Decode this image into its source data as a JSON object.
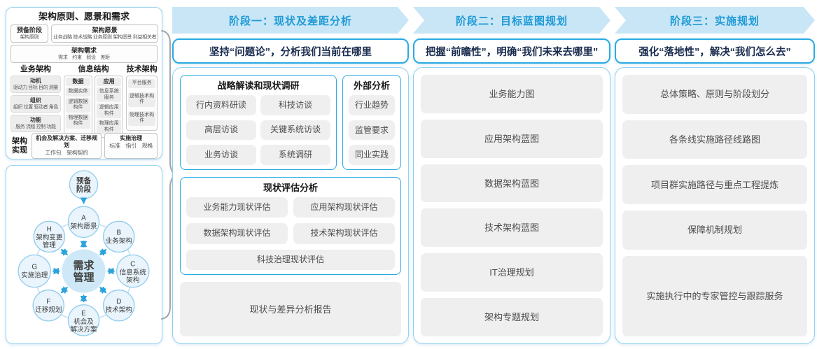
{
  "colors": {
    "phase_band_bg": "#c9e6f7",
    "phase_band_text": "#1e9ad5",
    "blue_border": "#29abe2",
    "panel_border": "#9fd4f0",
    "gray_box_bg": "#efefef",
    "arrow_blue": "#2aa3dc"
  },
  "left_panel": {
    "title": "架构原则、愿景和需求",
    "prep": {
      "title": "预备阶段",
      "sub": "架构原则"
    },
    "vision": {
      "title": "架构愿景",
      "sub": "业务战略 技术战略 业务原则 架构愿景 利益相关者"
    },
    "req": {
      "title": "架构需求",
      "sub": "需求　约束　假设　差距"
    },
    "business": {
      "title": "业务架构",
      "items": [
        {
          "title": "动机",
          "sub": "驱动力 目标 目的 测量"
        },
        {
          "title": "组织",
          "sub": "组织 位置 驱动者 角色"
        },
        {
          "title": "功能",
          "sub": "服务 流程 控制 功能"
        }
      ]
    },
    "info": {
      "title": "信息结构",
      "data_col": {
        "title": "数据",
        "items": [
          "数据实体",
          "逻辑数据构件",
          "物理数据构件"
        ]
      },
      "app_col": {
        "title": "应用",
        "items": [
          "信息系统服务",
          "逻辑应用构件",
          "物理应用构件"
        ]
      }
    },
    "tech": {
      "title": "技术架构",
      "items": [
        "平台服务",
        "逻辑技术构件",
        "物理技术构件"
      ]
    },
    "impl_label": "架构实现",
    "impl1": {
      "title": "机会及解决方案、迁移规划",
      "sub": "工作包　架构契约"
    },
    "impl2": {
      "title": "实施治理",
      "sub": "标准　指引　规格"
    }
  },
  "adm": {
    "pre": {
      "l1": "预备",
      "l2": "阶段"
    },
    "center": {
      "l1": "需求",
      "l2": "管理"
    },
    "nodes": {
      "a": {
        "id": "A",
        "l1": "架构愿景"
      },
      "b": {
        "id": "B",
        "l1": "业务架构"
      },
      "c": {
        "id": "C",
        "l1": "信息系统",
        "l2": "架构"
      },
      "d": {
        "id": "D",
        "l1": "技术架构"
      },
      "e": {
        "id": "E",
        "l1": "机会及",
        "l2": "解决方案"
      },
      "f": {
        "id": "F",
        "l1": "迁移规划"
      },
      "g": {
        "id": "G",
        "l1": "实施治理"
      },
      "h": {
        "id": "H",
        "l1": "架构变更",
        "l2": "管理"
      }
    }
  },
  "phases": {
    "p1": {
      "header": "阶段一：现状及差距分析",
      "subtitle": "坚持“问题论”，分析我们当前在哪里",
      "group1": {
        "title": "战略解读和现状调研",
        "items": [
          "行内资料研读",
          "科技访谈",
          "高层访谈",
          "关键系统访谈",
          "业务访谈",
          "系统调研"
        ]
      },
      "group2": {
        "title": "外部分析",
        "items": [
          "行业趋势",
          "监管要求",
          "同业实践"
        ]
      },
      "group3": {
        "title": "现状评估分析",
        "items": [
          "业务能力现状评估",
          "应用架构现状评估",
          "数据架构现状评估",
          "技术架构现状评估",
          "科技治理现状评估"
        ]
      },
      "report": "现状与差异分析报告"
    },
    "p2": {
      "header": "阶段二：目标蓝图规划",
      "subtitle": "把握“前瞻性”，明确“我们未来去哪里”",
      "items": [
        "业务能力图",
        "应用架构蓝图",
        "数据架构蓝图",
        "技术架构蓝图",
        "IT治理规划",
        "架构专题规划"
      ]
    },
    "p3": {
      "header": "阶段三：实施规划",
      "subtitle": "强化“落地性”，解决“我们怎么去”",
      "items": [
        "总体策略、原则与阶段划分",
        "各条线实施路径线路图",
        "项目群实施路径与重点工程提炼",
        "保障机制规划",
        "实施执行中的专家管控与跟踪服务"
      ]
    }
  }
}
